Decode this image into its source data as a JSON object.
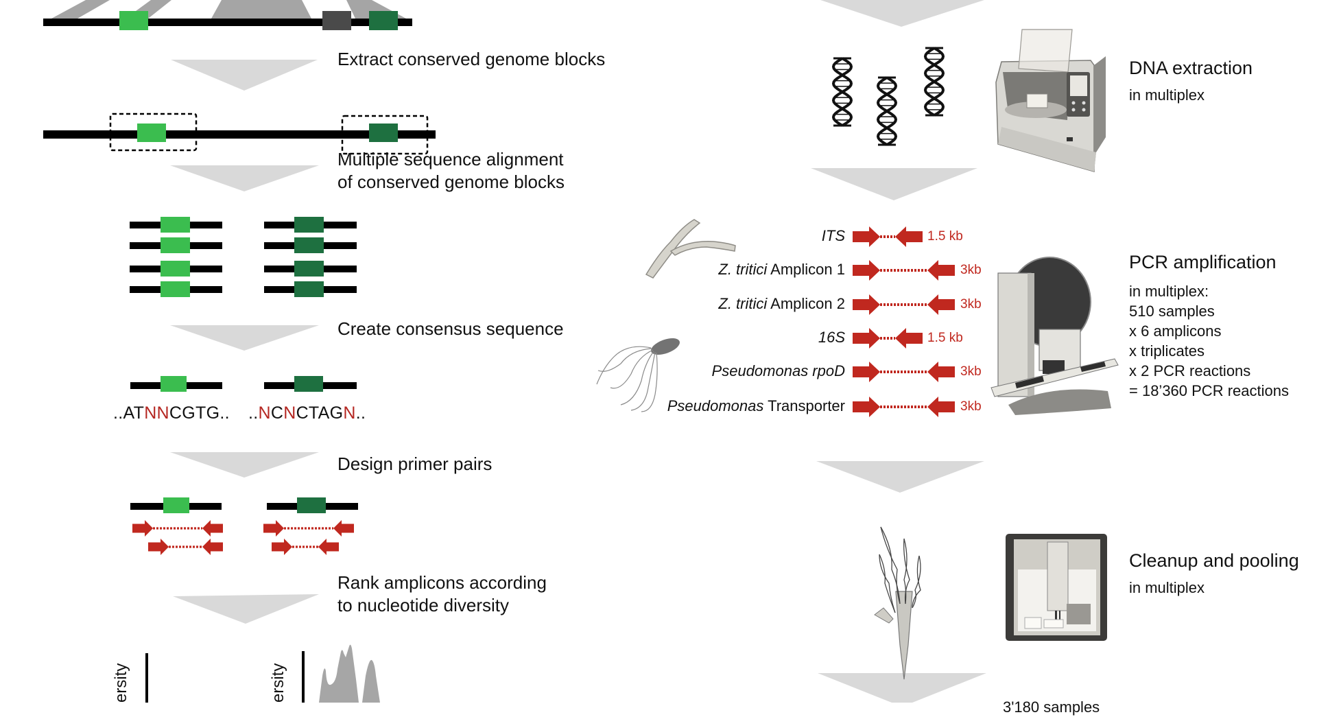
{
  "colors": {
    "flow_arrow": "#d9d9d9",
    "genome_line": "#000000",
    "block_light": "#3bbd4f",
    "block_dark": "#1e7040",
    "block_gray": "#4a4a4a",
    "synteny": "#a5a5a5",
    "primer_red": "#c0281f",
    "ambiguous_base_red": "#b52722",
    "diversity_fill": "#a6a6a6"
  },
  "left_pipeline": {
    "steps": [
      {
        "id": "extract",
        "label": "Extract conserved genome blocks"
      },
      {
        "id": "msa",
        "label_line1": "Multiple sequence alignment",
        "label_line2": "of conserved genome blocks"
      },
      {
        "id": "consensus",
        "label": "Create consensus sequence"
      },
      {
        "id": "primers",
        "label": "Design primer pairs"
      },
      {
        "id": "rank",
        "label_line1": "Rank amplicons according",
        "label_line2": "to nucleotide diversity"
      }
    ],
    "consensus_sequences": [
      {
        "parts": [
          {
            "t": "..AT",
            "n": false
          },
          {
            "t": "NN",
            "n": true
          },
          {
            "t": "CGTG..",
            "n": false
          }
        ]
      },
      {
        "parts": [
          {
            "t": "..",
            "n": false
          },
          {
            "t": "N",
            "n": true
          },
          {
            "t": "C",
            "n": false
          },
          {
            "t": "N",
            "n": true
          },
          {
            "t": "CTAG",
            "n": false
          },
          {
            "t": "N",
            "n": true
          },
          {
            "t": "..",
            "n": false
          }
        ]
      }
    ],
    "alignment_rows": 4,
    "diversity_axis_label": "Nucleotide diversity",
    "diversity_axis_label_visible": "ersity"
  },
  "right_pipeline": {
    "dna_extraction": {
      "title": "DNA extraction",
      "subtitle": "in multiplex",
      "icons": [
        "dna-helix-icon",
        "dna-helix-icon",
        "dna-helix-icon",
        "extraction-robot-icon"
      ]
    },
    "pcr": {
      "title": "PCR amplification",
      "lines": [
        "in multiplex:",
        "510 samples",
        "x 6 amplicons",
        "x triplicates",
        "x 2 PCR reactions",
        "= 18’360 PCR reactions"
      ]
    },
    "amplicons": [
      {
        "name_italic": "ITS",
        "name_plain": "",
        "size": "1.5 kb",
        "length_class": "short",
        "organism": "fungus"
      },
      {
        "name_italic": "Z. tritici",
        "name_plain": " Amplicon 1",
        "size": "3kb",
        "length_class": "long",
        "organism": "fungus"
      },
      {
        "name_italic": "Z. tritici",
        "name_plain": " Amplicon 2",
        "size": "3kb",
        "length_class": "long",
        "organism": "fungus"
      },
      {
        "name_italic": "16S",
        "name_plain": "",
        "size": "1.5 kb",
        "length_class": "short",
        "organism": "bacterium"
      },
      {
        "name_italic": "Pseudomonas rpoD",
        "name_plain": "",
        "size": "3kb",
        "length_class": "long",
        "organism": "bacterium"
      },
      {
        "name_italic": "Pseudomonas",
        "name_plain": " Transporter",
        "size": "3kb",
        "length_class": "long",
        "organism": "bacterium"
      }
    ],
    "cleanup": {
      "title": "Cleanup and pooling",
      "subtitle": "in multiplex"
    },
    "next_step_partial": "3'180 samples"
  }
}
